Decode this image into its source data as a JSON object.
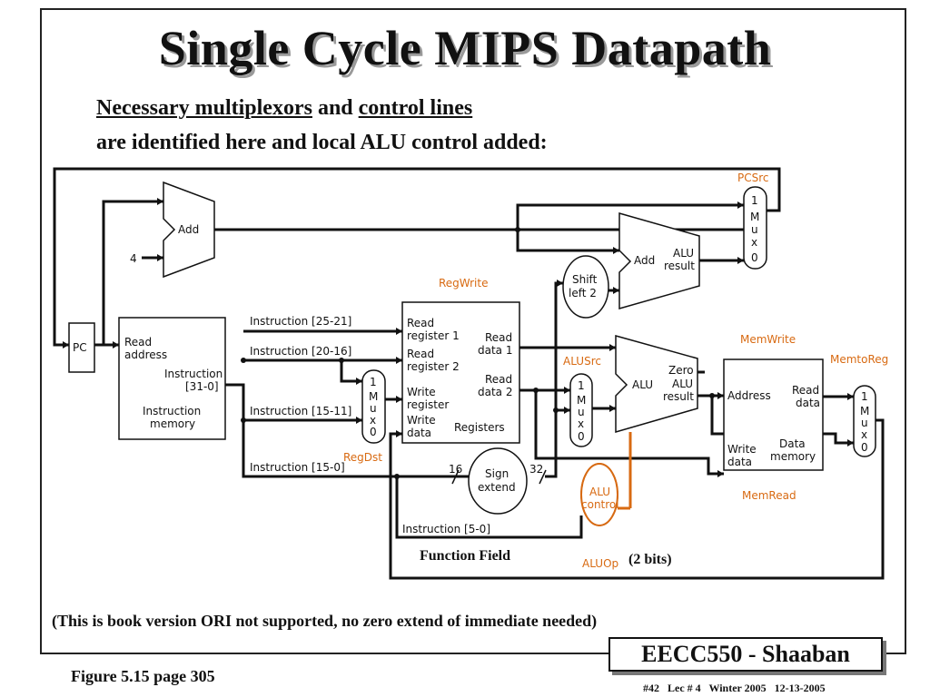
{
  "slide": {
    "title": "Single Cycle MIPS Datapath",
    "subtitle_part1": "Necessary multiplexors",
    "subtitle_and": "and",
    "subtitle_part2": "control lines",
    "subtitle_line2": "are identified here and local ALU control added:",
    "note": "(This is book version ORI not supported, no zero extend of immediate needed)",
    "figure_ref": "Figure 5.15 page 305",
    "badge": "EECC550 - Shaaban",
    "footer": "#42   Lec # 4   Winter 2005   12-13-2005",
    "function_field": "Function Field",
    "two_bits": "(2 bits)"
  },
  "diagram": {
    "adder_top": "Add",
    "four": "4",
    "pc": "PC",
    "im_read": "Read",
    "im_address": "address",
    "im_instr": "Instruction",
    "im_range": "[31-0]",
    "im_name1": "Instruction",
    "im_name2": "memory",
    "instr_25_21": "Instruction [25-21]",
    "instr_20_16": "Instruction [20-16]",
    "instr_15_11": "Instruction [15-11]",
    "instr_15_0": "Instruction [15-0]",
    "instr_5_0": "Instruction [5-0]",
    "reg_write": "RegWrite",
    "rr1a": "Read",
    "rr1b": "register 1",
    "rr2a": "Read",
    "rr2b": "register 2",
    "wra": "Write",
    "wrb": "register",
    "wda": "Write",
    "wdb": "data",
    "rd1a": "Read",
    "rd1b": "data 1",
    "rd2a": "Read",
    "rd2b": "data 2",
    "registers": "Registers",
    "reg_dst": "RegDst",
    "mux_1": "1",
    "mux_m": "M",
    "mux_u": "u",
    "mux_x": "x",
    "mux_0": "0",
    "sign1": "Sign",
    "sign2": "extend",
    "n16": "16",
    "n32": "32",
    "shift1": "Shift",
    "shift2": "left 2",
    "add2": "Add",
    "alu_result1": "ALU",
    "alu_result2": "result",
    "pcsrc": "PCSrc",
    "alusrc": "ALUSrc",
    "alu": "ALU",
    "zero": "Zero",
    "alu_res_a": "ALU",
    "alu_res_b": "result",
    "alu_ctrl1": "ALU",
    "alu_ctrl2": "control",
    "aluop": "ALUOp",
    "mem_write": "MemWrite",
    "mem_read": "MemRead",
    "mem_to_reg": "MemtoReg",
    "dm_address": "Address",
    "dm_read1": "Read",
    "dm_read2": "data",
    "dm_write1": "Write",
    "dm_write2": "data",
    "dm_name1": "Data",
    "dm_name2": "memory"
  },
  "colors": {
    "control": "#d86a12",
    "wire": "#111111",
    "title_shadow": "#9a9a9a"
  }
}
